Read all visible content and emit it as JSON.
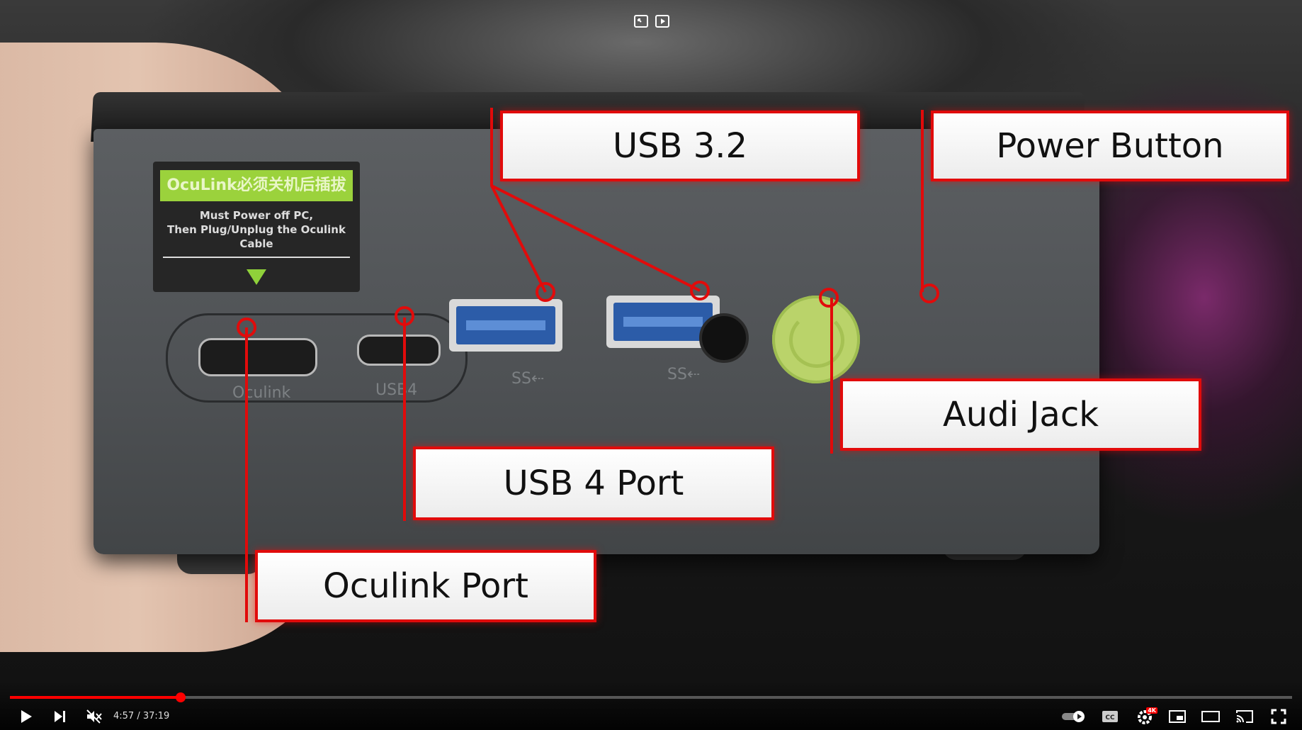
{
  "video": {
    "callouts": {
      "usb32": "USB 3.2",
      "power_button": "Power Button",
      "audio_jack": "Audi Jack",
      "usb4": "USB 4 Port",
      "oculink": "Oculink Port"
    },
    "device_labels": {
      "oculink": "Oculink",
      "usb4": "USB4",
      "ss1": "SS⇠",
      "ss2": "SS⇠"
    },
    "sticker": {
      "title": "OcuLink必须关机后插拔",
      "line1": "Must Power off PC,",
      "line2": "Then Plug/Unplug the Oculink Cable"
    }
  },
  "player": {
    "current_time": "4:57",
    "duration": "37:19",
    "time_separator": " / ",
    "progress": 0.133,
    "settings_badge": "4K",
    "accent_color": "#ff0000"
  }
}
